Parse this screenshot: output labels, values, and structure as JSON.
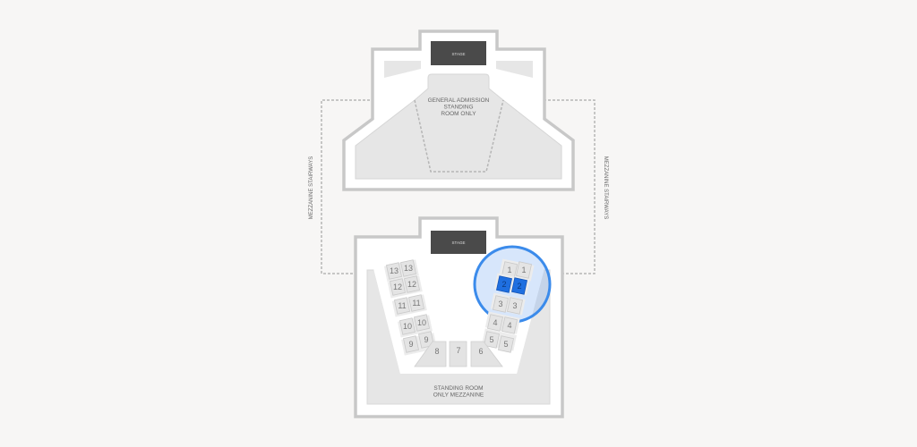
{
  "upper_level": {
    "stage_label": "STAGE",
    "area_label_lines": [
      "GENERAL ADMISSION",
      "STANDING",
      "ROOM ONLY"
    ]
  },
  "stairways": {
    "left_label": "MEZZANINE STAIRWAYS",
    "right_label": "MEZZANINE STAIRWAYS"
  },
  "mezzanine": {
    "stage_label": "STAGE",
    "area_label_lines": [
      "STANDING ROOM",
      "ONLY MEZZANINE"
    ],
    "left_rows": [
      "13",
      "12",
      "11",
      "10",
      "9"
    ],
    "center_sections": [
      "8",
      "7",
      "6"
    ],
    "right_rows": [
      "1",
      "2",
      "3",
      "4",
      "5"
    ],
    "selected_row": "2"
  },
  "colors": {
    "background": "#f7f6f5",
    "stage": "#4a4a4a",
    "selected_seat": "#1f6fe0",
    "highlight_ring": "#3b8beb"
  }
}
